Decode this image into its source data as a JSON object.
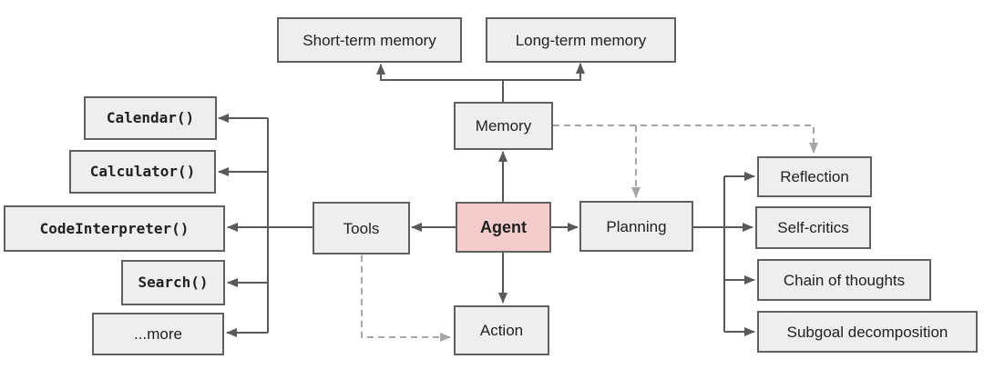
{
  "colors": {
    "box_fill": "#eeeeee",
    "box_border": "#606060",
    "agent_fill": "#f4cccc",
    "solid_line": "#595959",
    "dashed_line": "#a6a6a6",
    "text": "#212121"
  },
  "nodes": {
    "short_term_memory": {
      "label": "Short-term memory"
    },
    "long_term_memory": {
      "label": "Long-term memory"
    },
    "memory": {
      "label": "Memory"
    },
    "agent": {
      "label": "Agent"
    },
    "tools": {
      "label": "Tools"
    },
    "planning": {
      "label": "Planning"
    },
    "action": {
      "label": "Action"
    },
    "calendar": {
      "label": "Calendar()"
    },
    "calculator": {
      "label": "Calculator()"
    },
    "code_interpreter": {
      "label": "CodeInterpreter()"
    },
    "search": {
      "label": "Search()"
    },
    "more": {
      "label": "...more"
    },
    "reflection": {
      "label": "Reflection"
    },
    "self_critics": {
      "label": "Self-critics"
    },
    "chain_of_thoughts": {
      "label": "Chain of thoughts"
    },
    "subgoal_decomposition": {
      "label": "Subgoal decomposition"
    }
  },
  "edges": [
    {
      "from": "agent",
      "to": "memory",
      "style": "solid"
    },
    {
      "from": "memory",
      "to": "short_term_memory",
      "style": "solid"
    },
    {
      "from": "memory",
      "to": "long_term_memory",
      "style": "solid"
    },
    {
      "from": "agent",
      "to": "tools",
      "style": "solid"
    },
    {
      "from": "tools",
      "to": "calendar",
      "style": "solid"
    },
    {
      "from": "tools",
      "to": "calculator",
      "style": "solid"
    },
    {
      "from": "tools",
      "to": "code_interpreter",
      "style": "solid"
    },
    {
      "from": "tools",
      "to": "search",
      "style": "solid"
    },
    {
      "from": "tools",
      "to": "more",
      "style": "solid"
    },
    {
      "from": "agent",
      "to": "planning",
      "style": "solid"
    },
    {
      "from": "agent",
      "to": "action",
      "style": "solid"
    },
    {
      "from": "planning",
      "to": "reflection",
      "style": "solid"
    },
    {
      "from": "planning",
      "to": "self_critics",
      "style": "solid"
    },
    {
      "from": "planning",
      "to": "chain_of_thoughts",
      "style": "solid"
    },
    {
      "from": "planning",
      "to": "subgoal_decomposition",
      "style": "solid"
    },
    {
      "from": "memory",
      "to": "planning",
      "style": "dashed"
    },
    {
      "from": "memory",
      "to": "reflection",
      "style": "dashed"
    },
    {
      "from": "tools",
      "to": "action",
      "style": "dashed"
    }
  ]
}
